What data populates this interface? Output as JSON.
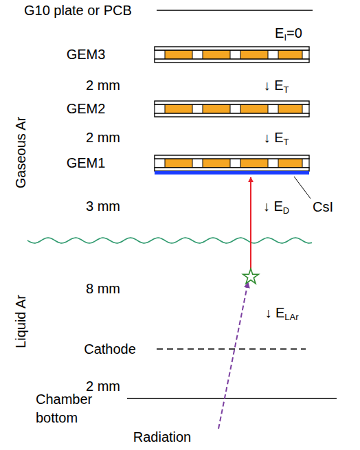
{
  "diagram": {
    "labels": [
      "G10 plate or PCB",
      "GEM3",
      "EI=0",
      "2 mm",
      "↓ ET",
      "GEM2",
      "2 mm",
      "↓ ET",
      "GEM1",
      "CsI",
      "3 mm",
      "↓ ED",
      "Gaseous Ar",
      "8 mm",
      "↓ ELAr",
      "Liquid Ar",
      "Cathode",
      "2 mm",
      "Chamber bottom",
      "Radiation"
    ]
  }
}
